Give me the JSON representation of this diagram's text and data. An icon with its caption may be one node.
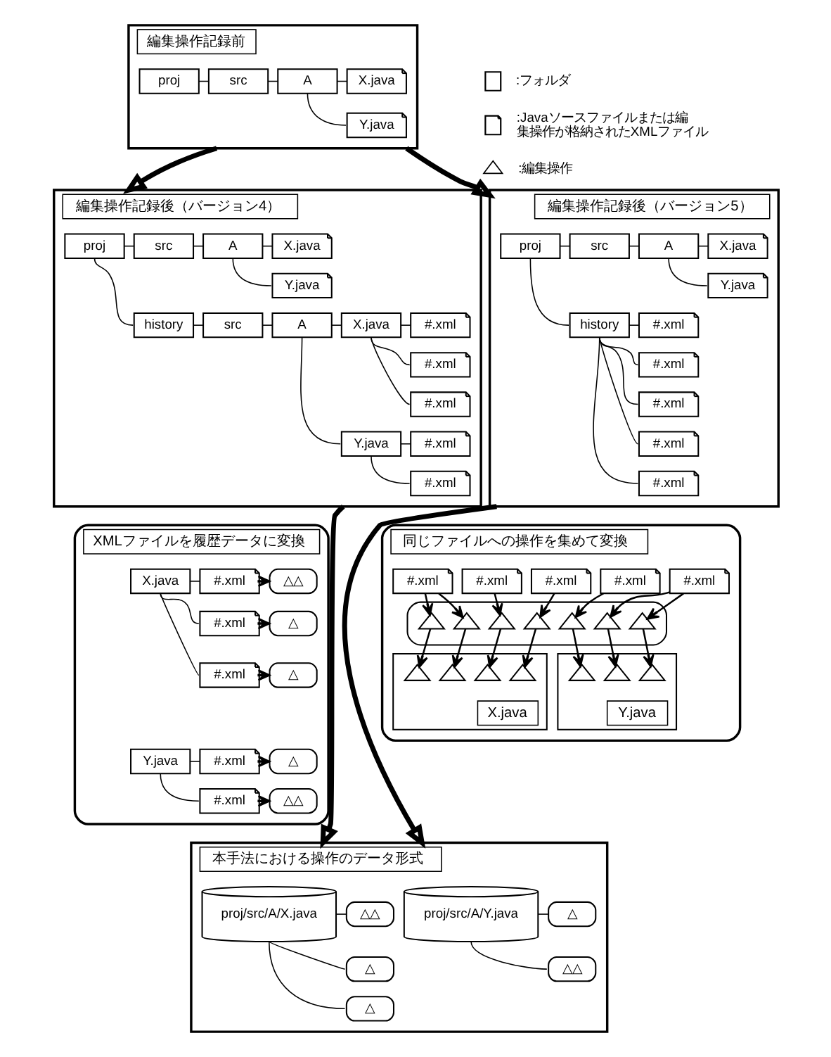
{
  "diagram": {
    "nodes": [
      {
        "text": [
          "編集操作記録前"
        ]
      },
      {
        "text": [
          "proj"
        ],
        "in": 0
      },
      {
        "text": [
          "src"
        ],
        "in": 0
      },
      {
        "text": [
          "A"
        ],
        "in": 0
      },
      {
        "text": [
          "X.java"
        ],
        "in": 0
      },
      {
        "text": [
          "Y.java"
        ],
        "in": 0
      },
      {
        "text": [
          "編集操作記録後（バージョン4）"
        ]
      },
      {
        "text": [
          "proj"
        ],
        "in": 6
      },
      {
        "text": [
          "src"
        ],
        "in": 6
      },
      {
        "text": [
          "A"
        ],
        "in": 6
      },
      {
        "text": [
          "X.java"
        ],
        "in": 6
      },
      {
        "text": [
          "Y.java"
        ],
        "in": 6
      },
      {
        "text": [
          "history"
        ],
        "in": 6
      },
      {
        "text": [
          "src"
        ],
        "in": 6
      },
      {
        "text": [
          "A"
        ],
        "in": 6
      },
      {
        "text": [
          "X.java"
        ],
        "in": 6
      },
      {
        "text": [
          "#.xml"
        ],
        "in": 6
      },
      {
        "text": [
          "#.xml"
        ],
        "in": 6
      },
      {
        "text": [
          "#.xml"
        ],
        "in": 6
      },
      {
        "text": [
          "Y.java"
        ],
        "in": 6
      },
      {
        "text": [
          "#.xml"
        ],
        "in": 6
      },
      {
        "text": [
          "#.xml"
        ],
        "in": 6
      },
      {
        "text": [
          "編集操作記録後（バージョン5）"
        ]
      },
      {
        "text": [
          "proj"
        ],
        "in": 22
      },
      {
        "text": [
          "src"
        ],
        "in": 22
      },
      {
        "text": [
          "A"
        ],
        "in": 22
      },
      {
        "text": [
          "X.java"
        ],
        "in": 22
      },
      {
        "text": [
          "Y.java"
        ],
        "in": 22
      },
      {
        "text": [
          "history"
        ],
        "in": 22
      },
      {
        "text": [
          "#.xml"
        ],
        "in": 22
      },
      {
        "text": [
          "#.xml"
        ],
        "in": 22
      },
      {
        "text": [
          "#.xml"
        ],
        "in": 22
      },
      {
        "text": [
          "#.xml"
        ],
        "in": 22
      },
      {
        "text": [
          "#.xml"
        ],
        "in": 22
      },
      {
        "text": [
          "XMLファイルを履歴データに変換"
        ]
      },
      {
        "text": [
          "X.java"
        ],
        "in": 34
      },
      {
        "text": [
          "#.xml"
        ],
        "in": 34
      },
      {
        "text": [
          "△△"
        ],
        "in": 34
      },
      {
        "text": [
          "#.xml"
        ],
        "in": 34
      },
      {
        "text": [
          "△"
        ],
        "in": 34
      },
      {
        "text": [
          "#.xml"
        ],
        "in": 34
      },
      {
        "text": [
          "△"
        ],
        "in": 34
      },
      {
        "text": [
          "Y.java"
        ],
        "in": 34
      },
      {
        "text": [
          "#.xml"
        ],
        "in": 34
      },
      {
        "text": [
          "△"
        ],
        "in": 34
      },
      {
        "text": [
          "#.xml"
        ],
        "in": 34
      },
      {
        "text": [
          "△△"
        ],
        "in": 34
      },
      {
        "text": [
          "同じファイルへの操作を集めて変換"
        ]
      },
      {
        "text": [
          "#.xml"
        ],
        "in": 47
      },
      {
        "text": [
          "#.xml"
        ],
        "in": 47
      },
      {
        "text": [
          "#.xml"
        ],
        "in": 47
      },
      {
        "text": [
          "#.xml"
        ],
        "in": 47
      },
      {
        "text": [
          "#.xml"
        ],
        "in": 47
      },
      {
        "text": [],
        "shape": "box",
        "in": 47
      },
      {
        "text": [],
        "shape": "triangle",
        "in": 53
      },
      {
        "text": [],
        "shape": "triangle",
        "in": 53
      },
      {
        "text": [],
        "shape": "triangle",
        "in": 53
      },
      {
        "text": [],
        "shape": "triangle",
        "in": 53
      },
      {
        "text": [],
        "shape": "triangle",
        "in": 53
      },
      {
        "text": [],
        "shape": "triangle",
        "in": 53
      },
      {
        "text": [],
        "shape": "triangle",
        "in": 53
      },
      {
        "text": [
          "X.java"
        ],
        "in": 47
      },
      {
        "text": [],
        "shape": "triangle",
        "in": 61
      },
      {
        "text": [],
        "shape": "triangle",
        "in": 61
      },
      {
        "text": [],
        "shape": "triangle",
        "in": 61
      },
      {
        "text": [],
        "shape": "triangle",
        "in": 61
      },
      {
        "text": [
          "Y.java"
        ],
        "in": 47
      },
      {
        "text": [],
        "shape": "triangle",
        "in": 66
      },
      {
        "text": [],
        "shape": "triangle",
        "in": 66
      },
      {
        "text": [],
        "shape": "triangle",
        "in": 66
      },
      {
        "text": [
          "本手法における操作のデータ形式"
        ]
      },
      {
        "text": [
          "proj/src/A/X.java"
        ],
        "in": 70
      },
      {
        "text": [
          "△△"
        ],
        "in": 70
      },
      {
        "text": [
          "△"
        ],
        "in": 70
      },
      {
        "text": [
          "△"
        ],
        "in": 70
      },
      {
        "text": [
          "proj/src/A/Y.java"
        ],
        "in": 70
      },
      {
        "text": [
          "△"
        ],
        "in": 70
      },
      {
        "text": [
          "△△"
        ],
        "in": 70
      }
    ],
    "edges": [
      {
        "from": 1,
        "to": 2,
        "arrow": "none"
      },
      {
        "from": 2,
        "to": 3,
        "arrow": "none"
      },
      {
        "from": 3,
        "to": 4,
        "arrow": "none"
      },
      {
        "from": 3,
        "to": 5,
        "arrow": "none"
      },
      {
        "from": 7,
        "to": 8,
        "arrow": "none"
      },
      {
        "from": 8,
        "to": 9,
        "arrow": "none"
      },
      {
        "from": 9,
        "to": 10,
        "arrow": "none"
      },
      {
        "from": 9,
        "to": 11,
        "arrow": "none"
      },
      {
        "from": 7,
        "to": 12,
        "arrow": "none"
      },
      {
        "from": 12,
        "to": 13,
        "arrow": "none"
      },
      {
        "from": 13,
        "to": 14,
        "arrow": "none"
      },
      {
        "from": 14,
        "to": 15,
        "arrow": "none"
      },
      {
        "from": 14,
        "to": 19,
        "arrow": "none"
      },
      {
        "from": 15,
        "to": 16,
        "arrow": "none"
      },
      {
        "from": 15,
        "to": 17,
        "arrow": "none"
      },
      {
        "from": 15,
        "to": 18,
        "arrow": "none"
      },
      {
        "from": 19,
        "to": 20,
        "arrow": "none"
      },
      {
        "from": 19,
        "to": 21,
        "arrow": "none"
      },
      {
        "from": 23,
        "to": 24,
        "arrow": "none"
      },
      {
        "from": 24,
        "to": 25,
        "arrow": "none"
      },
      {
        "from": 25,
        "to": 26,
        "arrow": "none"
      },
      {
        "from": 25,
        "to": 27,
        "arrow": "none"
      },
      {
        "from": 23,
        "to": 28,
        "arrow": "none"
      },
      {
        "from": 28,
        "to": 29,
        "arrow": "none"
      },
      {
        "from": 28,
        "to": 30,
        "arrow": "none"
      },
      {
        "from": 28,
        "to": 31,
        "arrow": "none"
      },
      {
        "from": 28,
        "to": 32,
        "arrow": "none"
      },
      {
        "from": 28,
        "to": 33,
        "arrow": "none"
      },
      {
        "from": 35,
        "to": 36,
        "arrow": "none"
      },
      {
        "from": 35,
        "to": 38,
        "arrow": "none"
      },
      {
        "from": 35,
        "to": 40,
        "arrow": "none"
      },
      {
        "from": 36,
        "to": 37,
        "arrow": "to"
      },
      {
        "from": 38,
        "to": 39,
        "arrow": "to"
      },
      {
        "from": 40,
        "to": 41,
        "arrow": "to"
      },
      {
        "from": 42,
        "to": 43,
        "arrow": "none"
      },
      {
        "from": 42,
        "to": 45,
        "arrow": "none"
      },
      {
        "from": 43,
        "to": 44,
        "arrow": "to"
      },
      {
        "from": 45,
        "to": 46,
        "arrow": "to"
      },
      {
        "from": 48,
        "to": 54,
        "arrow": "to"
      },
      {
        "from": 48,
        "to": 55,
        "arrow": "to"
      },
      {
        "from": 49,
        "to": 56,
        "arrow": "to"
      },
      {
        "from": 50,
        "to": 57,
        "arrow": "to"
      },
      {
        "from": 51,
        "to": 58,
        "arrow": "to"
      },
      {
        "from": 52,
        "to": 59,
        "arrow": "to"
      },
      {
        "from": 52,
        "to": 60,
        "arrow": "to"
      },
      {
        "from": 54,
        "to": 62,
        "arrow": "to"
      },
      {
        "from": 55,
        "to": 63,
        "arrow": "to"
      },
      {
        "from": 56,
        "to": 64,
        "arrow": "to"
      },
      {
        "from": 57,
        "to": 65,
        "arrow": "to"
      },
      {
        "from": 58,
        "to": 67,
        "arrow": "to"
      },
      {
        "from": 59,
        "to": 68,
        "arrow": "to"
      },
      {
        "from": 60,
        "to": 69,
        "arrow": "to"
      },
      {
        "from": 71,
        "to": 72,
        "arrow": "none"
      },
      {
        "from": 71,
        "to": 73,
        "arrow": "none"
      },
      {
        "from": 71,
        "to": 74,
        "arrow": "none"
      },
      {
        "from": 75,
        "to": 76,
        "arrow": "none"
      },
      {
        "from": 75,
        "to": 77,
        "arrow": "none"
      },
      {
        "from": 0,
        "to": 6,
        "arrow": "to",
        "style": "thick"
      },
      {
        "from": 0,
        "to": 22,
        "arrow": "to",
        "style": "thick"
      },
      {
        "from": 6,
        "to": 70,
        "arrow": "to",
        "style": "thick"
      },
      {
        "from": 22,
        "to": 70,
        "arrow": "to",
        "style": "thick"
      }
    ],
    "legend": [
      {
        "text": ":フォルダ"
      },
      {
        "text": ":Javaソースファイルまたは編集操作が格納されたXMLファイル"
      },
      {
        "text": ":編集操作"
      }
    ]
  }
}
